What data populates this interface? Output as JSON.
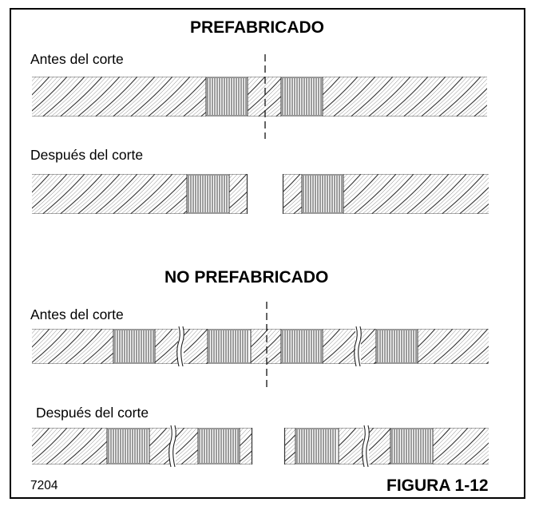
{
  "figure": {
    "code": "7204",
    "title": "FIGURA 1-12"
  },
  "sections": [
    {
      "title": "PREFABRICADO",
      "before_label": "Antes del corte",
      "after_label": "Después del corte"
    },
    {
      "title": "NO PREFABRICADO",
      "before_label": "Antes del corte",
      "after_label": "Después del corte"
    }
  ]
}
